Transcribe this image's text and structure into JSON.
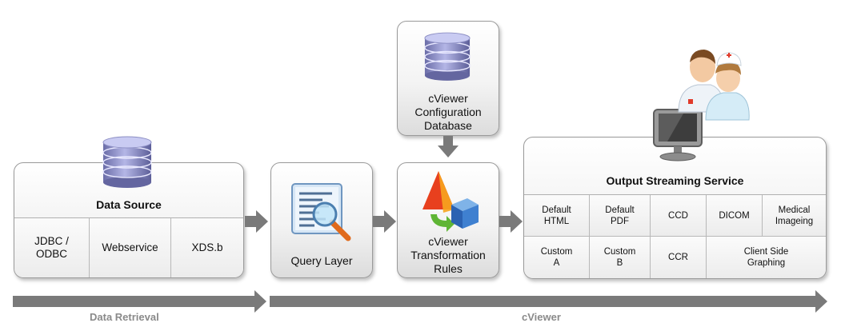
{
  "data_source": {
    "title": "Data Source",
    "items": [
      "JDBC /\nODBC",
      "Webservice",
      "XDS.b"
    ]
  },
  "query_layer": {
    "label": "Query Layer"
  },
  "config_db": {
    "label": "cViewer\nConfiguration\nDatabase"
  },
  "transformation": {
    "label": "cViewer\nTransformation\nRules"
  },
  "output": {
    "title": "Output Streaming Service",
    "row1": [
      "Default\nHTML",
      "Default\nPDF",
      "CCD",
      "DICOM",
      "Medical\nImageing"
    ],
    "row2": [
      "Custom\nA",
      "Custom\nB",
      "CCR",
      "Client Side\nGraphing"
    ]
  },
  "footer": {
    "data_retrieval": "Data Retrieval",
    "cviewer": "cViewer"
  },
  "colors": {
    "arrow": "#7a7a7a",
    "database": "#8d8fc4",
    "footer_text": "#8a8a8a"
  }
}
